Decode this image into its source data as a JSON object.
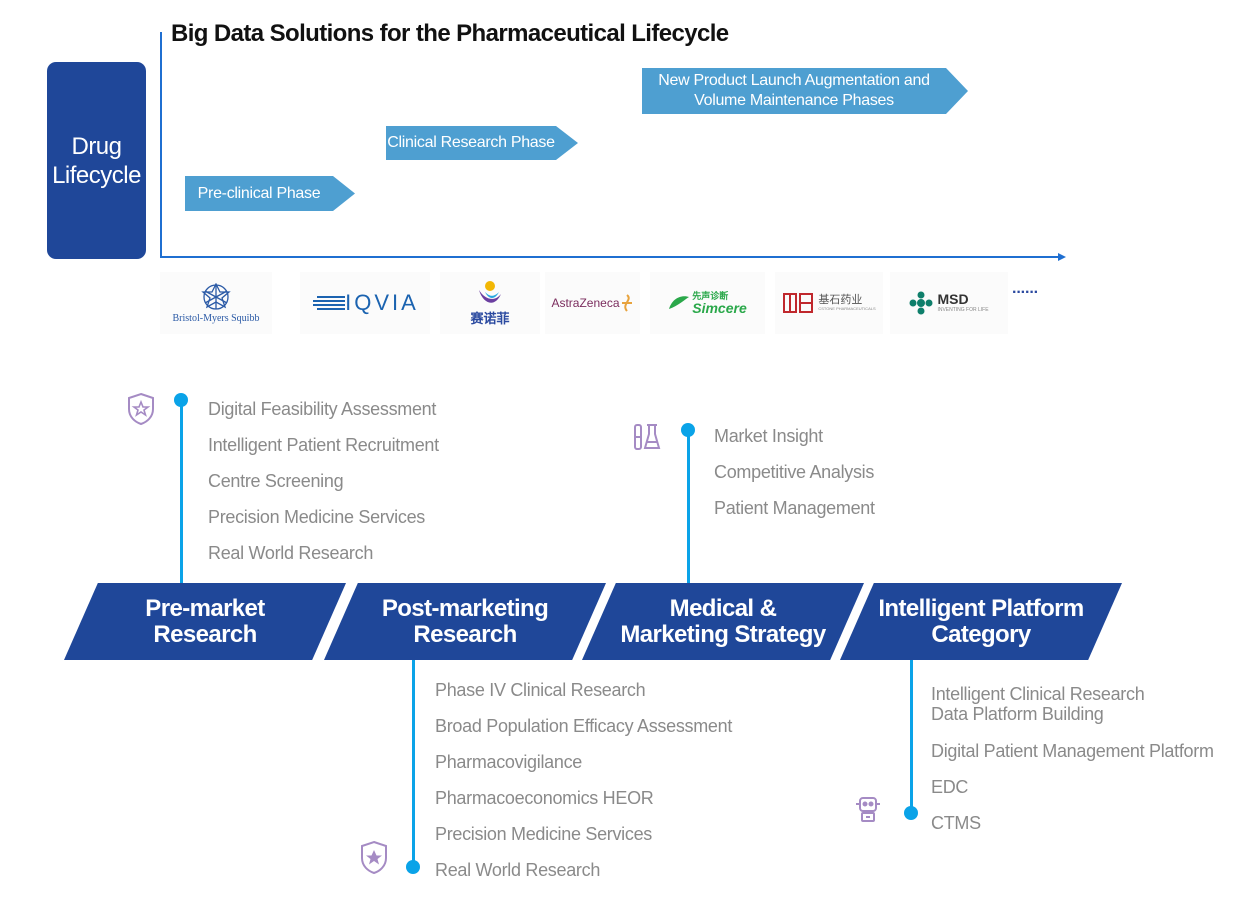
{
  "header": {
    "title": "Big Data Solutions for the Pharmaceutical Lifecycle",
    "lifecycle_label": "Drug\nLifecycle"
  },
  "phases": {
    "preclinical": "Pre-clinical Phase",
    "clinical": "Clinical Research Phase",
    "launch": "New Product Launch Augmentation and\nVolume Maintenance Phases"
  },
  "logos": {
    "bms": "Bristol-Myers Squibb",
    "iqvia": "IQVIA",
    "sanofi": "赛诺菲",
    "astrazeneca": "AstraZeneca",
    "simcere_cn": "先声诊断",
    "simcere": "Simcere",
    "cstone_cn": "基石药业",
    "cstone": "CSTONE PHARMACEUTICALS",
    "msd": "MSD",
    "msd_tagline": "INVENTING FOR LIFE",
    "more": "······"
  },
  "categories": {
    "premarket": "Pre-market\nResearch",
    "postmarketing": "Post-marketing\nResearch",
    "medical": "Medical &\nMarketing Strategy",
    "platform": "Intelligent Platform\nCategory"
  },
  "premarket_items": [
    "Digital Feasibility Assessment",
    "Intelligent Patient Recruitment",
    "Centre Screening",
    "Precision Medicine Services",
    "Real World Research"
  ],
  "medical_items": [
    "Market Insight",
    "Competitive Analysis",
    "Patient Management"
  ],
  "postmarketing_items": [
    "Phase IV Clinical Research",
    "Broad Population Efficacy Assessment",
    "Pharmacovigilance",
    "Pharmacoeconomics HEOR",
    "Precision Medicine Services",
    "Real World Research"
  ],
  "platform_items": [
    "Intelligent Clinical Research\nData Platform Building",
    "Digital Patient Management Platform",
    "EDC",
    "CTMS"
  ],
  "colors": {
    "navy": "#1f4799",
    "phase_blue": "#4e9fd1",
    "connector": "#0aa3e8",
    "icon_purple": "#a58bc4",
    "item_gray": "#8a8a8a"
  }
}
